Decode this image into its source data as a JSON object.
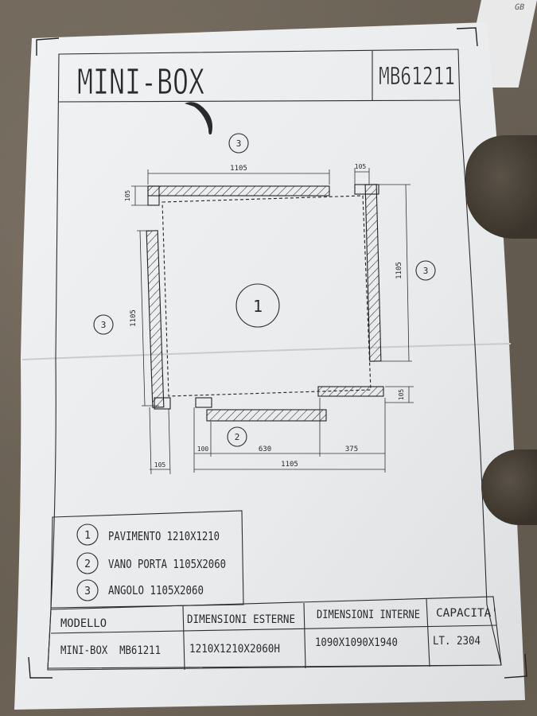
{
  "header": {
    "title": "MINI-BOX",
    "code": "MB61211"
  },
  "corner_note": "GB",
  "drawing": {
    "label_1": "1",
    "label_2": "2",
    "label_3_top": "3",
    "label_3_right": "3",
    "label_3_left": "3",
    "dim_top_length": "1105",
    "dim_top_thick": "105",
    "dim_right_top_thick": "105",
    "dim_right_length": "1105",
    "dim_left_length": "1105",
    "dim_left_thick": "105",
    "dim_bottom_right_thick": "105",
    "dim_bottom_a": "100",
    "dim_bottom_b": "630",
    "dim_bottom_c": "375",
    "dim_bottom_total": "1105"
  },
  "legend": [
    {
      "num": "1",
      "text": "PAVIMENTO 1210X1210"
    },
    {
      "num": "2",
      "text": "VANO PORTA 1105X2060"
    },
    {
      "num": "3",
      "text": "ANGOLO 1105X2060"
    }
  ],
  "spec_table": {
    "headers": [
      "MODELLO",
      "DIMENSIONI ESTERNE",
      "DIMENSIONI INTERNE",
      "CAPACITA'"
    ],
    "values": [
      "MINI-BOX  MB61211",
      "1210X1210X2060H",
      "1090X1090X1940",
      "LT. 2304"
    ]
  },
  "colors": {
    "paper": "#eceef0",
    "ink": "#2a2a2a",
    "background": "#6e6458"
  }
}
